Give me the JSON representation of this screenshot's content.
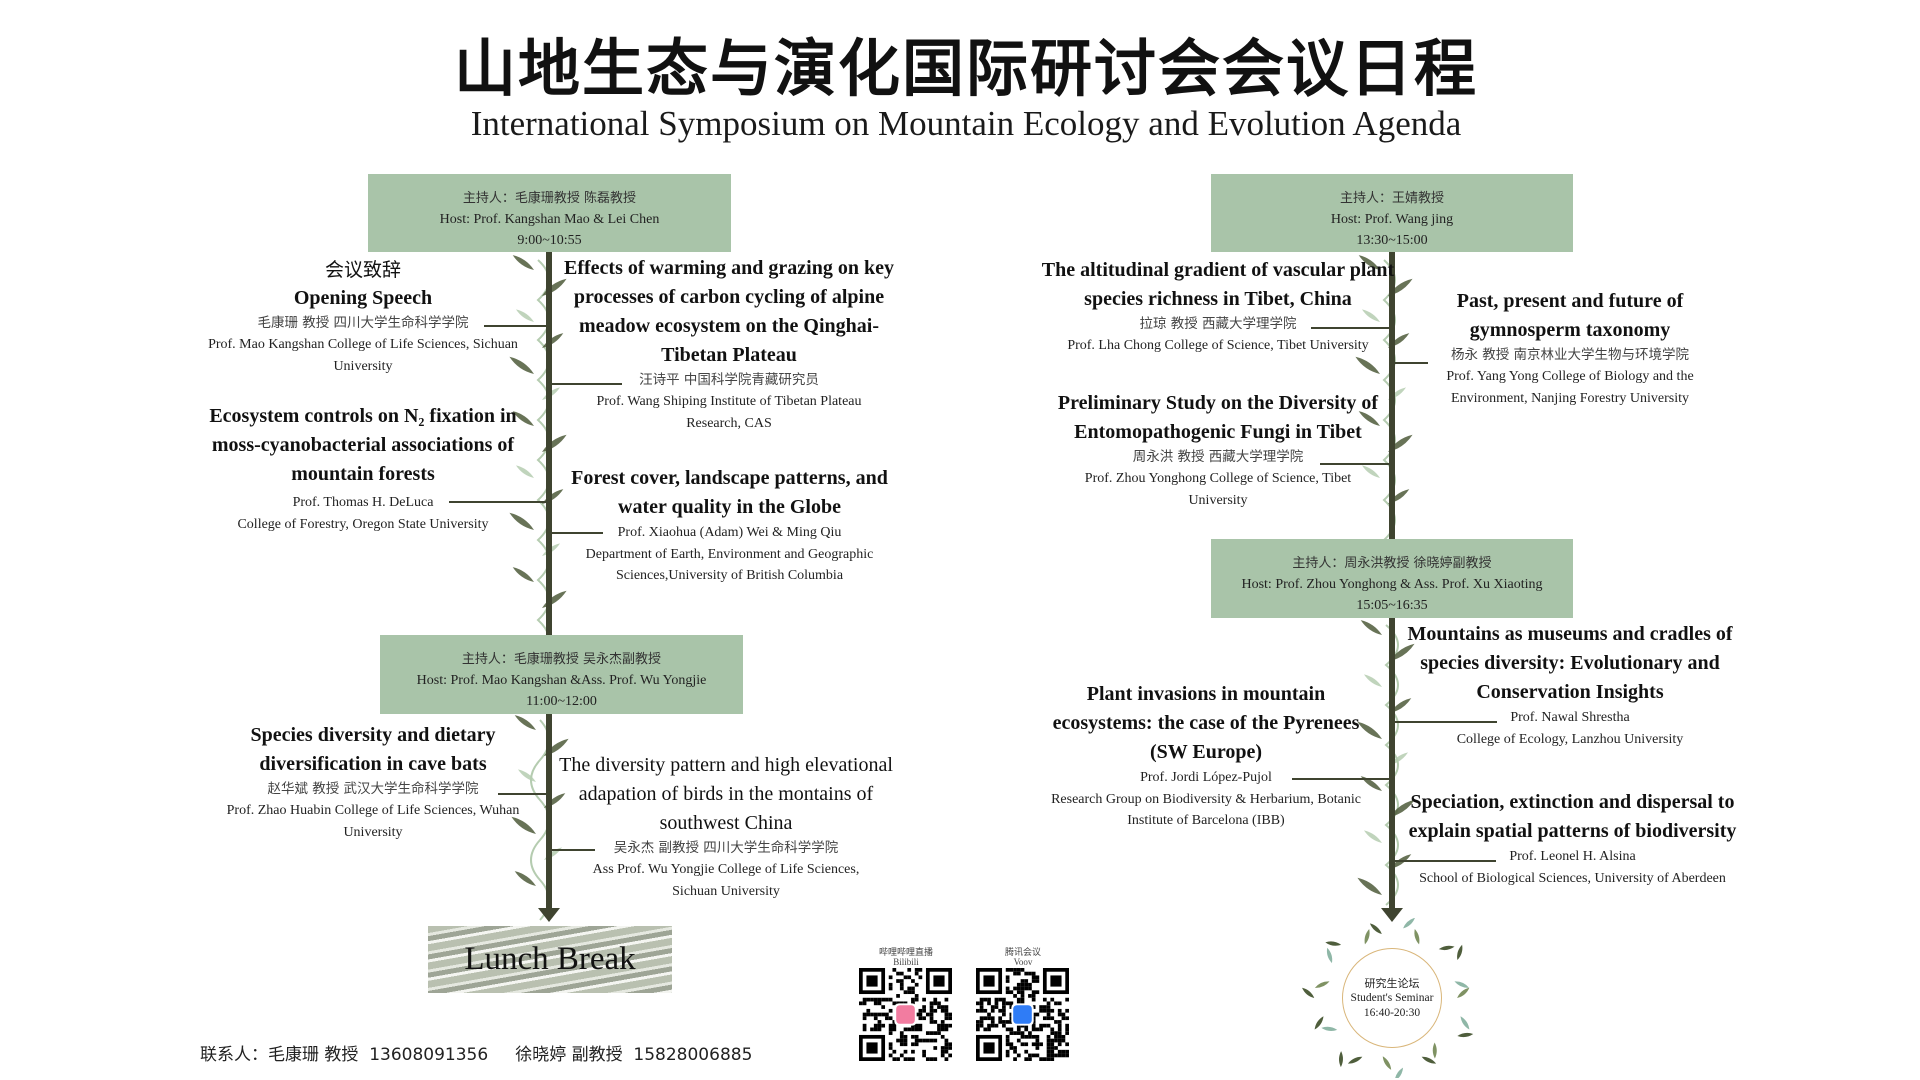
{
  "header": {
    "title_cn": "山地生态与演化国际研讨会会议日程",
    "title_en": "International Symposium on Mountain Ecology and Evolution Agenda"
  },
  "colors": {
    "host_box": "#a9c4a9",
    "stem": "#3f4430",
    "leaf_dark": "#4d5a3a",
    "leaf_light": "#b5ccb0"
  },
  "sessions": [
    {
      "host_cn": "主持人：毛康珊教授 陈磊教授",
      "host_en": "Host: Prof. Kangshan Mao & Lei Chen",
      "time": "9:00~10:55"
    },
    {
      "host_cn": "主持人：毛康珊教授 吴永杰副教授",
      "host_en": "Host: Prof. Mao Kangshan &Ass. Prof. Wu Yongjie",
      "time": "11:00~12:00"
    },
    {
      "host_cn": "主持人：王婧教授",
      "host_en": "Host: Prof. Wang jing",
      "time": "13:30~15:00"
    },
    {
      "host_cn": "主持人：周永洪教授 徐晓婷副教授",
      "host_en": "Host: Prof. Zhou Yonghong & Ass. Prof. Xu Xiaoting",
      "time": "15:05~16:35"
    }
  ],
  "talks": {
    "opening": {
      "heading_cn": "会议致辞",
      "title": "Opening Speech",
      "speaker_cn": "毛康珊 教授 四川大学生命科学学院",
      "speaker_en": "Prof. Mao Kangshan  College of Life Sciences, Sichuan University"
    },
    "effects": {
      "title": "Effects of warming and grazing on key processes of carbon cycling of alpine meadow ecosystem on the Qinghai-Tibetan Plateau",
      "speaker_cn": "汪诗平 中国科学院青藏研究员",
      "speaker_en": "Prof. Wang Shiping  Institute of Tibetan Plateau Research, CAS"
    },
    "ecosystem": {
      "title": "Ecosystem controls on N₂ fixation in moss-cyanobacterial associations of mountain forests",
      "speaker_en": "Prof. Thomas H. DeLuca",
      "affiliation": "College of Forestry, Oregon State University"
    },
    "forest": {
      "title": "Forest cover, landscape patterns, and water quality in the Globe",
      "speaker_en": "Prof. Xiaohua (Adam) Wei & Ming Qiu",
      "affiliation": "Department of Earth, Environment and Geographic Sciences,University of British Columbia"
    },
    "bats": {
      "title": "Species diversity and dietary diversification in cave bats",
      "speaker_cn": "赵华斌 教授 武汉大学生命科学学院",
      "speaker_en": "Prof. Zhao Huabin  College of Life Sciences, Wuhan University"
    },
    "birds": {
      "title": "The diversity pattern and high elevational adapation of birds in the montains of southwest China",
      "speaker_cn": "吴永杰 副教授 四川大学生命科学学院",
      "speaker_en": "Ass Prof. Wu Yongjie  College of Life Sciences, Sichuan University"
    },
    "altitudinal": {
      "title": "The altitudinal gradient of vascular plant species richness in Tibet, China",
      "speaker_cn": "拉琼 教授 西藏大学理学院",
      "speaker_en": "Prof. Lha Chong  College of Science, Tibet University"
    },
    "gymnosperm": {
      "title": "Past, present and future of gymnosperm taxonomy",
      "speaker_cn": "杨永 教授 南京林业大学生物与环境学院",
      "speaker_en": "Prof. Yang Yong  College of Biology and the Environment, Nanjing Forestry University"
    },
    "fungi": {
      "title": "Preliminary Study on the Diversity of Entomopathogenic Fungi in Tibet",
      "speaker_cn": "周永洪 教授 西藏大学理学院",
      "speaker_en": "Prof. Zhou Yonghong  College of Science, Tibet University"
    },
    "museums": {
      "title": "Mountains as museums and cradles of species diversity: Evolutionary and Conservation Insights",
      "speaker_en": "Prof. Nawal Shrestha",
      "affiliation": "College of Ecology, Lanzhou University"
    },
    "invasions": {
      "title": "Plant invasions in mountain ecosystems: the case of the Pyrenees (SW Europe)",
      "speaker_en": "Prof. Jordi López-Pujol",
      "affiliation": "Research Group on Biodiversity & Herbarium, Botanic Institute of Barcelona (IBB)"
    },
    "speciation": {
      "title": "Speciation, extinction and dispersal to explain spatial patterns of biodiversity",
      "speaker_en": "Prof. Leonel H. Alsina",
      "affiliation": "School of Biological Sciences, University of Aberdeen"
    }
  },
  "lunch": "Lunch Break",
  "contact": "联系人：毛康珊 教授  13608091356     徐晓婷 副教授  15828006885",
  "qr": [
    {
      "label_cn": "哔哩哔哩直播",
      "label_en": "Bilibili",
      "logo": "bilibili-logo",
      "logo_color": "#f27ca0"
    },
    {
      "label_cn": "腾讯会议",
      "label_en": "Voov",
      "logo": "voov-logo",
      "logo_color": "#2f7cf6"
    }
  ],
  "seminar": {
    "cn": "研究生论坛",
    "en": "Student's Seminar",
    "time": "16:40-20:30"
  }
}
